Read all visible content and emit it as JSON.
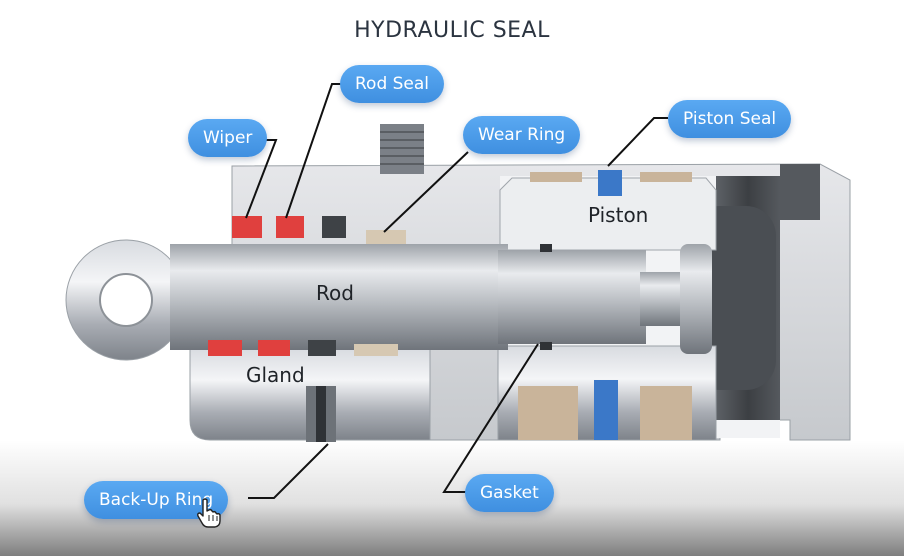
{
  "title": "HYDRAULIC SEAL",
  "labels": {
    "wiper": "Wiper",
    "rod_seal": "Rod Seal",
    "wear_ring": "Wear Ring",
    "piston_seal": "Piston Seal",
    "back_up_ring": "Back-Up Ring",
    "gasket": "Gasket"
  },
  "part_labels": {
    "piston": "Piston",
    "rod": "Rod",
    "gland": "Gland"
  },
  "colors": {
    "pill": "#4a9ae8",
    "seal_red": "#e0403e",
    "seal_dark": "#3e4246",
    "wear_beige": "#c9b49a",
    "piston_seal_blue": "#3b78c8"
  },
  "cursor": "hand-pointer-icon"
}
